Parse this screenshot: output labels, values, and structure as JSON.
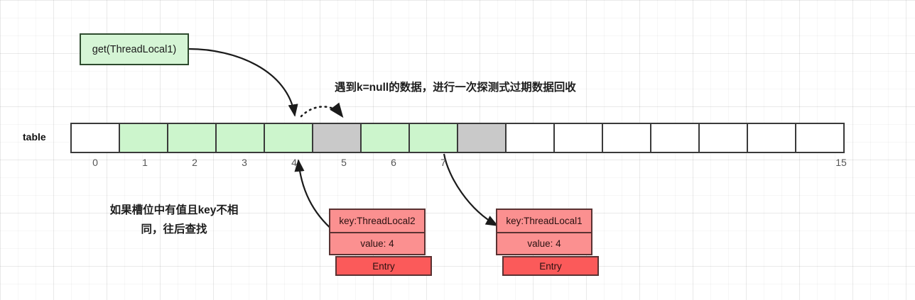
{
  "diagram": {
    "title_annotation_top": "遇到k=null的数据，进行一次探测式过期数据回收",
    "annotation_left_line1": "如果槽位中有值且key不相",
    "annotation_left_line2": "同，往后查找",
    "call_box_label": "get(ThreadLocal1)",
    "table_label": "table"
  },
  "table": {
    "slot_count": 16,
    "slots": [
      {
        "index": 0,
        "state": "empty",
        "color": "#ffffff"
      },
      {
        "index": 1,
        "state": "filled",
        "color": "#ccf5cc"
      },
      {
        "index": 2,
        "state": "filled",
        "color": "#ccf5cc"
      },
      {
        "index": 3,
        "state": "filled",
        "color": "#ccf5cc"
      },
      {
        "index": 4,
        "state": "filled",
        "color": "#ccf5cc"
      },
      {
        "index": 5,
        "state": "stale",
        "color": "#c9c9c9"
      },
      {
        "index": 6,
        "state": "filled",
        "color": "#ccf5cc"
      },
      {
        "index": 7,
        "state": "filled",
        "color": "#ccf5cc"
      },
      {
        "index": 8,
        "state": "stale",
        "color": "#c9c9c9"
      },
      {
        "index": 9,
        "state": "empty",
        "color": "#ffffff"
      },
      {
        "index": 10,
        "state": "empty",
        "color": "#ffffff"
      },
      {
        "index": 11,
        "state": "empty",
        "color": "#ffffff"
      },
      {
        "index": 12,
        "state": "empty",
        "color": "#ffffff"
      },
      {
        "index": 13,
        "state": "empty",
        "color": "#ffffff"
      },
      {
        "index": 14,
        "state": "empty",
        "color": "#ffffff"
      },
      {
        "index": 15,
        "state": "empty",
        "color": "#ffffff"
      }
    ],
    "visible_index_labels": [
      "0",
      "1",
      "2",
      "3",
      "4",
      "5",
      "6",
      "7",
      "",
      "",
      "",
      "",
      "",
      "",
      "",
      "15"
    ]
  },
  "entries": [
    {
      "id": "entry-threadlocal2",
      "key_label": "key:ThreadLocal2",
      "value_label": "value: 4",
      "type_label": "Entry",
      "points_to_slot": 4
    },
    {
      "id": "entry-threadlocal1",
      "key_label": "key:ThreadLocal1",
      "value_label": "value: 4",
      "type_label": "Entry",
      "points_to_slot": 7
    }
  ],
  "colors": {
    "call_box_fill": "#d5f5d5",
    "slot_filled": "#ccf5cc",
    "slot_stale": "#c9c9c9",
    "slot_empty": "#ffffff",
    "entry_fill": "#fb9090",
    "entry_tag_fill": "#fb5a5a",
    "stroke": "#1b1b1b"
  }
}
